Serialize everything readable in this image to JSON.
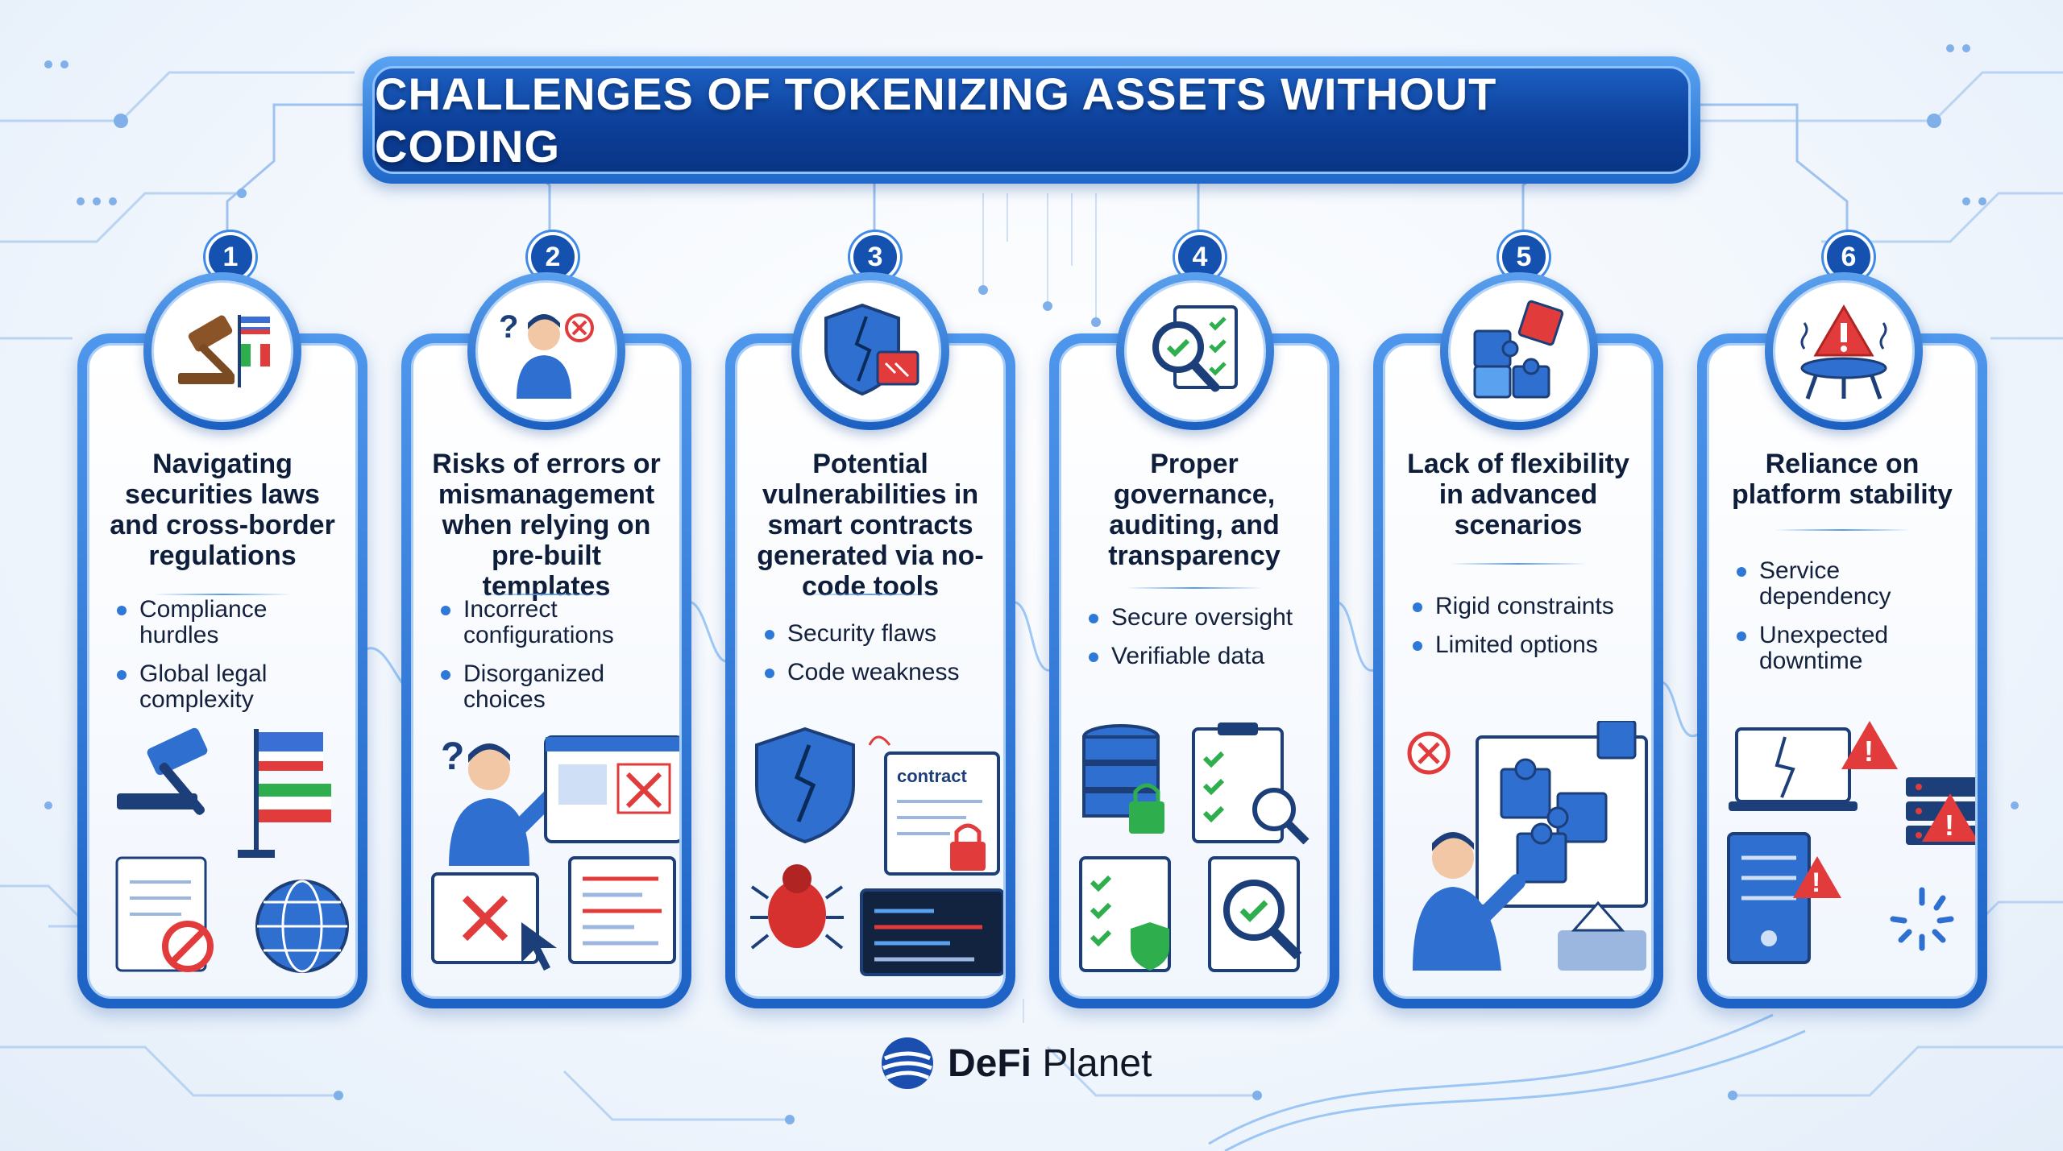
{
  "title": "CHALLENGES OF TOKENIZING ASSETS WITHOUT CODING",
  "brand": {
    "part1": "DeFi",
    "part2": "Planet"
  },
  "colors": {
    "primary": "#1552b0",
    "accent": "#2e78d8",
    "danger": "#e23b3b",
    "success": "#2fae4e"
  },
  "cards": [
    {
      "number": "1",
      "title": "Navigating securities laws and cross-border regulations",
      "bullets": [
        "Compliance hurdles",
        "Global legal complexity"
      ],
      "icon": "gavel-flags-icon",
      "illustration": "gavel-document-globe-icon"
    },
    {
      "number": "2",
      "title": "Risks of errors or mismanagement when relying on pre-built templates",
      "bullets": [
        "Incorrect configurations",
        "Disorganized choices"
      ],
      "icon": "confused-person-icon",
      "illustration": "person-template-error-icon"
    },
    {
      "number": "3",
      "title": "Potential vulnerabilities in smart contracts generated via no-code tools",
      "bullets": [
        "Security flaws",
        "Code weakness"
      ],
      "contract_label": "contract",
      "icon": "cracked-shield-icon",
      "illustration": "shield-bug-contract-icon"
    },
    {
      "number": "4",
      "title": "Proper governance, auditing, and transparency",
      "bullets": [
        "Secure oversight",
        "Verifiable data"
      ],
      "icon": "magnifier-checklist-icon",
      "illustration": "database-checklist-icon"
    },
    {
      "number": "5",
      "title": "Lack of flexibility in advanced scenarios",
      "bullets": [
        "Rigid constraints",
        "Limited options"
      ],
      "icon": "puzzle-icon",
      "illustration": "person-puzzle-board-icon"
    },
    {
      "number": "6",
      "title": "Reliance on platform stability",
      "bullets": [
        "Service dependency",
        "Unexpected downtime"
      ],
      "icon": "warning-platform-icon",
      "illustration": "server-warning-icon"
    }
  ]
}
